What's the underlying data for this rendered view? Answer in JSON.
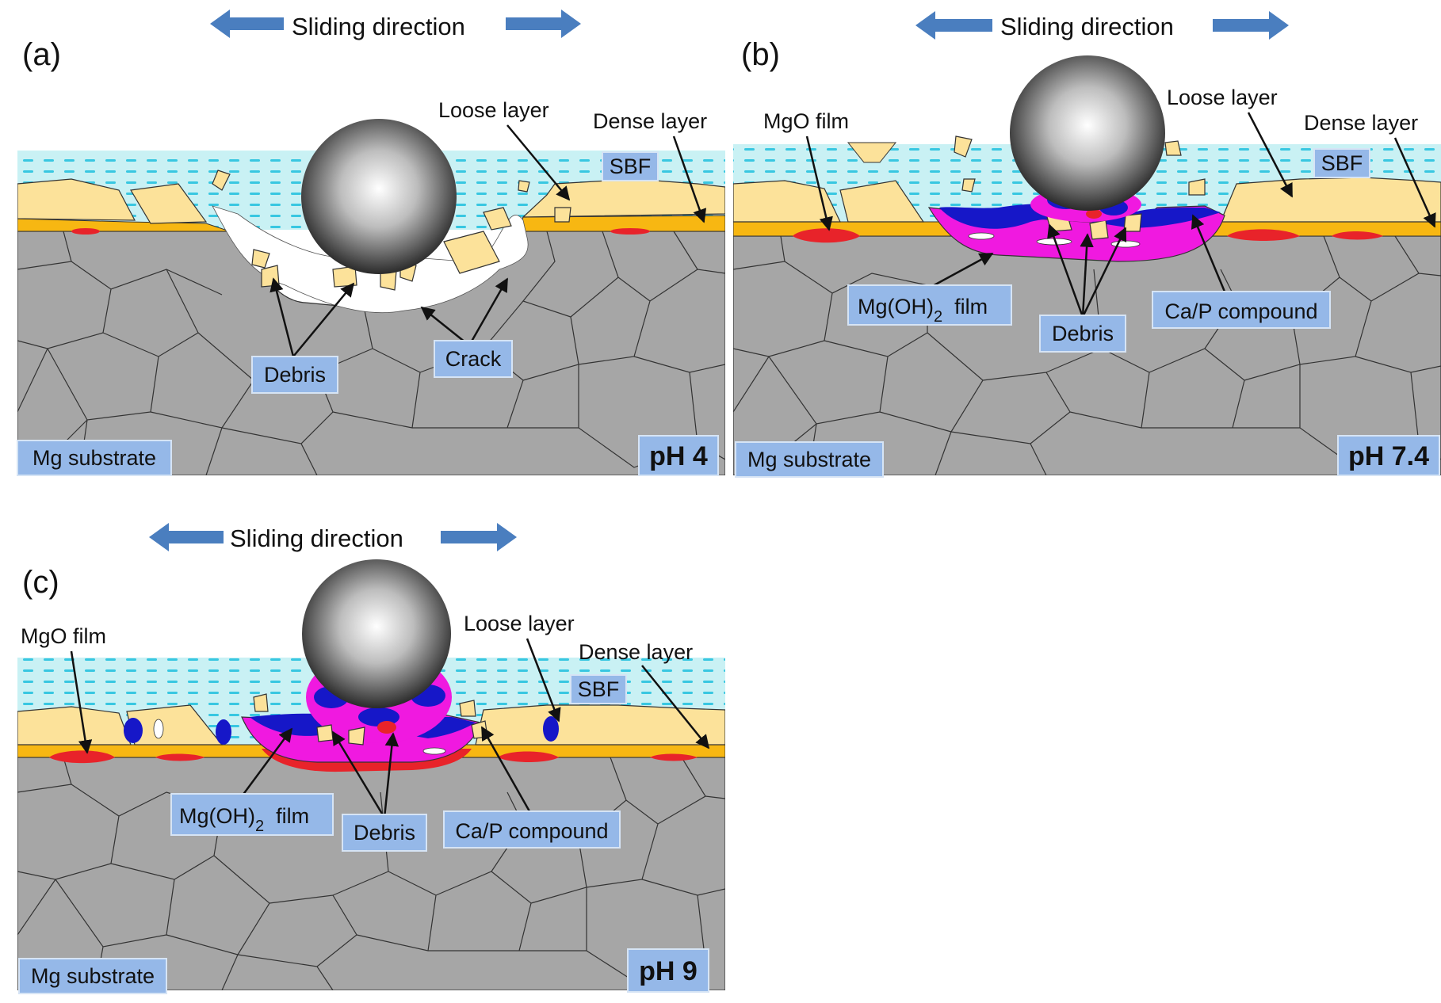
{
  "colors": {
    "substrate": "#a6a6a6",
    "sbf_background": "#c9f1f4",
    "sbf_dash": "#38c7e1",
    "loose_layer": "#fce29a",
    "dense_layer": "#f7b712",
    "mgo_film": "#e8232a",
    "mg_oh2_film": "#f019e0",
    "ca_p_compound": "#1617c8",
    "label_box": "#95b8e8"
  },
  "icons": [
    "double-arrow",
    "steel-ball",
    "pointer-arrow"
  ],
  "panels": [
    {
      "letter": "(a)",
      "direction": "Sliding  direction",
      "boxed_labels": {
        "sbf": "SBF",
        "debris": "Debris",
        "crack": "Crack",
        "substrate": "Mg substrate",
        "ph": "pH 4"
      },
      "text_labels": {
        "loose": "Loose layer",
        "dense": "Dense layer"
      }
    },
    {
      "letter": "(b)",
      "direction": "Sliding  direction",
      "boxed_labels": {
        "sbf": "SBF",
        "mgoh2": "Mg(OH)",
        "mgoh2_sub": "2",
        "mgoh2_suffix": "  film",
        "debris": "Debris",
        "cap": "Ca/P compound",
        "substrate": "Mg substrate",
        "ph": "pH 7.4"
      },
      "text_labels": {
        "mgo": "MgO film",
        "loose": "Loose layer",
        "dense": "Dense layer"
      }
    },
    {
      "letter": "(c)",
      "direction": "Sliding  direction",
      "boxed_labels": {
        "sbf": "SBF",
        "mgoh2": "Mg(OH)",
        "mgoh2_sub": "2",
        "mgoh2_suffix": "  film",
        "debris": "Debris",
        "cap": "Ca/P compound",
        "substrate": "Mg substrate",
        "ph": "pH 9"
      },
      "text_labels": {
        "mgo": "MgO film",
        "loose": "Loose layer",
        "dense": "Dense layer"
      }
    }
  ]
}
